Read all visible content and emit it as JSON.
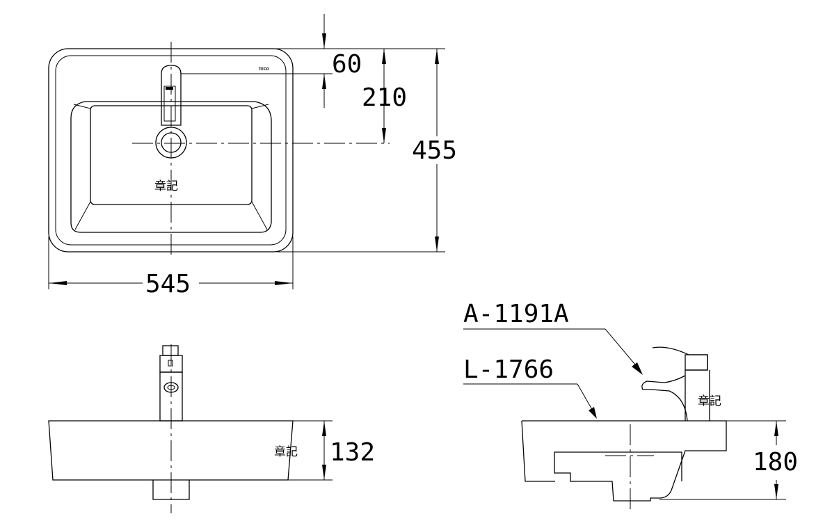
{
  "top_view": {
    "dims": {
      "width": "545",
      "depth": "455",
      "faucet_offset": "60",
      "drain_offset": "210"
    },
    "mark_note": "章記",
    "brand": "TECO"
  },
  "front_view": {
    "dims": {
      "height": "132"
    },
    "mark_note": "章記"
  },
  "side_view": {
    "dims": {
      "height": "180"
    },
    "mark_note": "章記",
    "callouts": {
      "faucet_model": "A-1191A",
      "basin_model": "L-1766"
    }
  }
}
